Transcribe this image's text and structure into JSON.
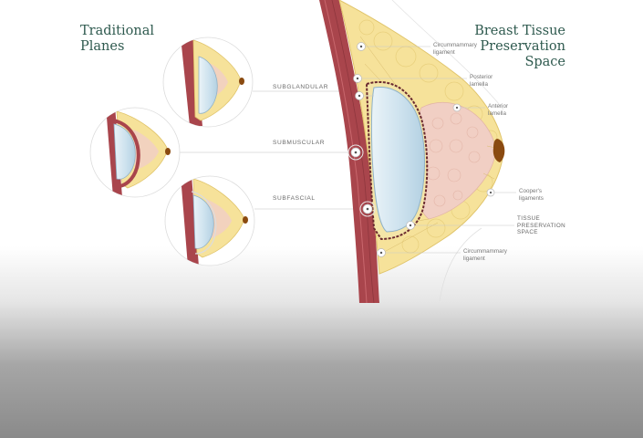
{
  "titles": {
    "left": [
      "Traditional",
      "Planes"
    ],
    "right": [
      "Breast Tissue",
      "Preservation",
      "Space"
    ]
  },
  "planes": [
    "SUBGLANDULAR",
    "SUBMUSCULAR",
    "SUBFASCIAL"
  ],
  "labels": {
    "circummammary_top": [
      "Circummammary",
      "ligament"
    ],
    "posterior_lamella": [
      "Posterior",
      "lamella"
    ],
    "anterior_lamella": [
      "Anterior",
      "lamella"
    ],
    "coopers_ligaments": [
      "Cooper's",
      "ligaments"
    ],
    "tissue_preservation": [
      "TISSUE",
      "PRESERVATION",
      "SPACE"
    ],
    "circummammary_bottom": [
      "Circummammary",
      "ligament"
    ]
  },
  "colors": {
    "title": "#2f5a4f",
    "muscle": "#a9454c",
    "fat": "#f6e29a",
    "gland": "#f1cfc4",
    "implant": "#cfe3ee",
    "nipple": "#8a4a10"
  }
}
